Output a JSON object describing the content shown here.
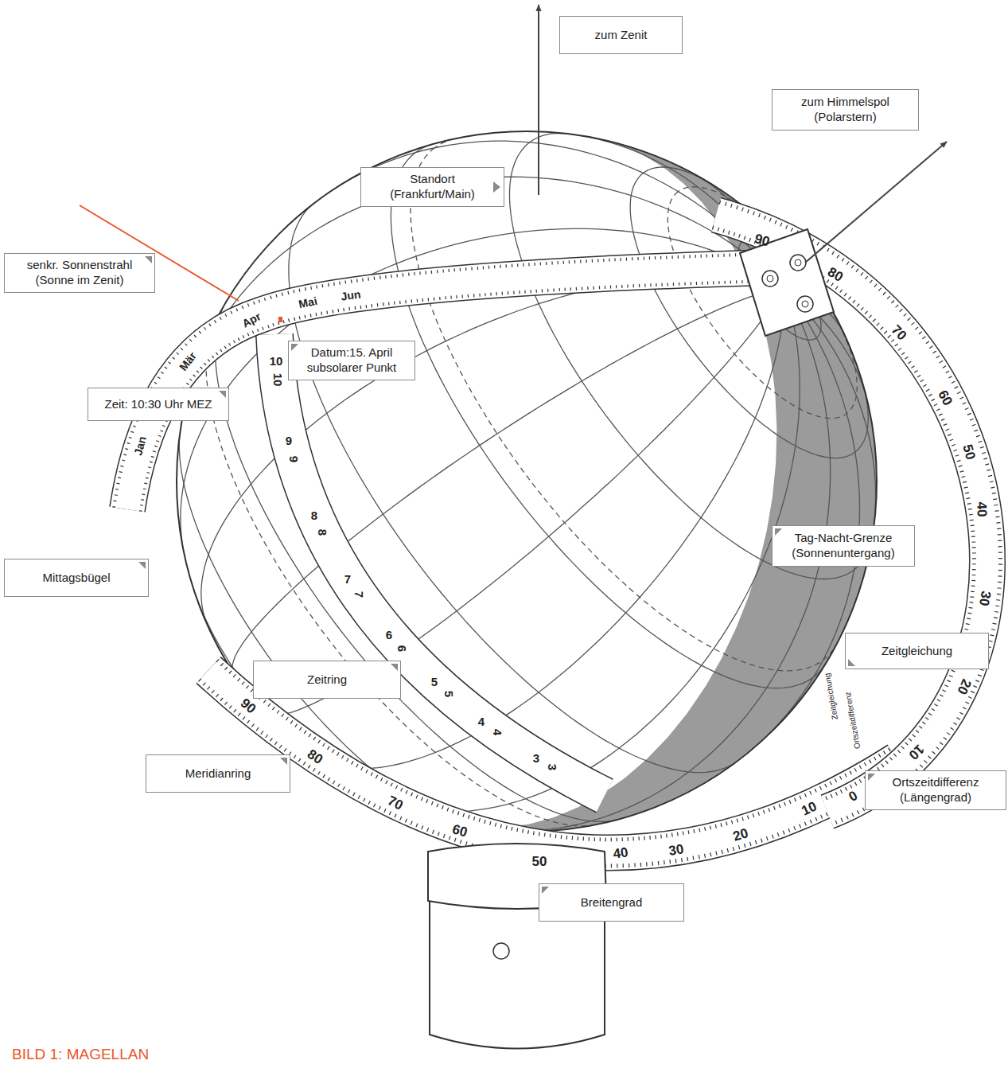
{
  "diagram": {
    "caption": "BILD 1: MAGELLAN",
    "nodes": [
      {
        "text": [
          "zum Zenit"
        ]
      },
      {
        "text": [
          "zum Himmelspol (Polarstern)"
        ]
      },
      {
        "text": [
          "Standort (Frankfurt/Main)"
        ]
      },
      {
        "text": [
          "senkr. Sonnenstrahl (Sonne im Zenit)"
        ]
      },
      {
        "text": [
          "Datum:15. April subsolarer Punkt"
        ]
      },
      {
        "text": [
          "Zeit: 10:30 Uhr MEZ"
        ]
      },
      {
        "text": [
          "Tag-Nacht-Grenze (Sonnenuntergang)"
        ]
      },
      {
        "text": [
          "Mittagsbügel"
        ]
      },
      {
        "text": [
          "Zeitgleichung"
        ]
      },
      {
        "text": [
          "Zeitring"
        ]
      },
      {
        "text": [
          "Ortszeitdifferenz (Längengrad)"
        ]
      },
      {
        "text": [
          "Meridianring"
        ]
      },
      {
        "text": [
          "Breitengrad"
        ]
      }
    ],
    "labels": [
      "90",
      "80",
      "70",
      "60",
      "50",
      "40",
      "30",
      "20",
      "10",
      "0",
      "90",
      "80",
      "70",
      "60",
      "50",
      "40",
      "30",
      "20",
      "10",
      "10",
      "10",
      "9",
      "9",
      "8",
      "8",
      "7",
      "7",
      "6",
      "6",
      "5",
      "5",
      "4",
      "4",
      "3",
      "3",
      "Jan",
      "Mär",
      "Apr",
      "Mai",
      "Jun",
      "Zeitgleichung",
      "Ortszeitdifferenz"
    ]
  }
}
